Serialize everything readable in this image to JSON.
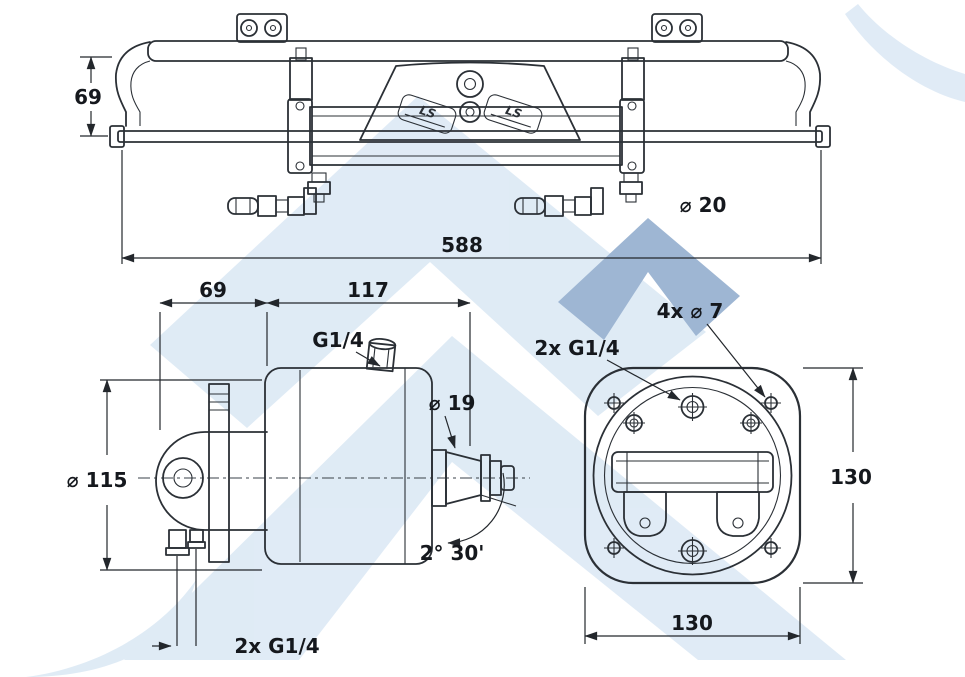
{
  "drawing": {
    "front_view": {
      "height_69": "69",
      "overall_length_588": "588",
      "rod_diameter": "⌀ 20",
      "logo_mark": "LS"
    },
    "side_view": {
      "bracket_width_69": "69",
      "body_length_117": "117",
      "top_port_g14": "G1/4",
      "shaft_diameter_19": "⌀ 19",
      "body_diameter_115": "⌀ 115",
      "taper_angle": "2° 30'",
      "bottom_ports_g14": "2x G1/4"
    },
    "rear_view": {
      "mount_holes_4x7": "4x ⌀ 7",
      "ports_2x_g14": "2x G1/4",
      "height_130": "130",
      "width_130": "130"
    }
  },
  "colors": {
    "line": "#23272c",
    "watermark_light": "#c6dbee",
    "watermark_dark": "#4f7bb0",
    "background": "#ffffff"
  }
}
